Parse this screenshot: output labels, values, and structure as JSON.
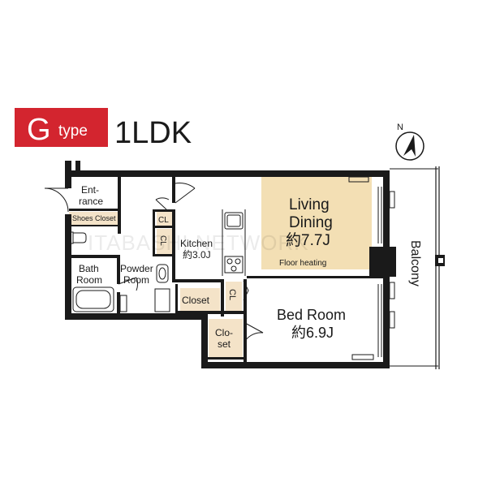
{
  "header": {
    "type_letter": "G",
    "type_word": "type",
    "layout_code": "1LDK",
    "badge_color": "#d3252f"
  },
  "compass": {
    "label": "N"
  },
  "watermark": "ITABASHI NETWORK",
  "rooms": {
    "entrance_line1": "Ent-",
    "entrance_line2": "rance",
    "shoes_closet": "Shoes Closet",
    "cl_top": "CL",
    "cl_mid": "CL",
    "cl_bedroom": "CL",
    "bath_line1": "Bath",
    "bath_line2": "Room",
    "powder_line1": "Powder",
    "powder_line2": "Room",
    "kitchen_line1": "Kitchen",
    "kitchen_line2": "約3.0J",
    "living_line1": "Living",
    "living_line2": "Dining",
    "living_line3": "約7.7J",
    "floor_heating": "Floor heating",
    "closet": "Closet",
    "closet2_line1": "Clo-",
    "closet2_line2": "set",
    "bedroom_line1": "Bed Room",
    "bedroom_line2": "約6.9J",
    "balcony": "Balcony"
  },
  "colors": {
    "wall": "#1a1a1a",
    "closet_fill": "#f4e3c8",
    "floor_heating_fill": "#f3dfb4"
  }
}
